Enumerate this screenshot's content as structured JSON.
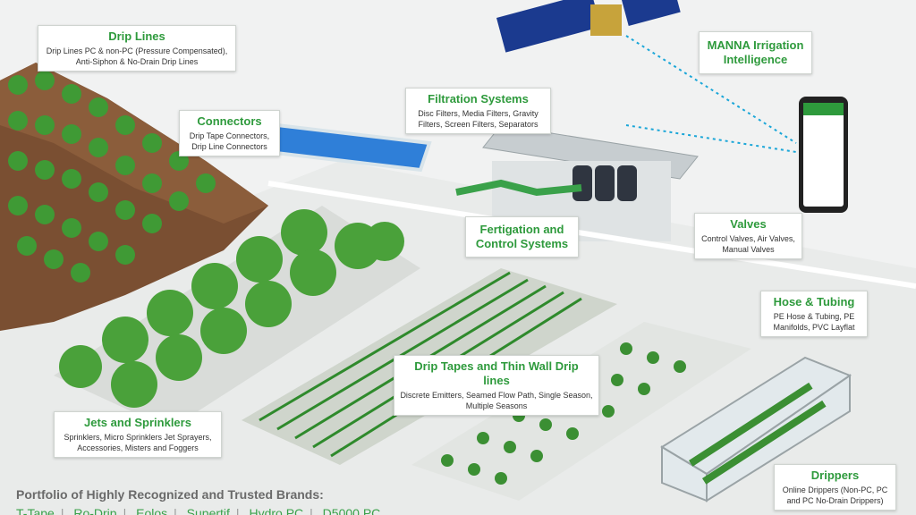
{
  "labels": {
    "drip_lines": {
      "title": "Drip Lines",
      "desc": "Drip Lines PC & non-PC (Pressure Compensated), Anti-Siphon & No-Drain Drip Lines"
    },
    "connectors": {
      "title": "Connectors",
      "desc": "Drip Tape Connectors, Drip Line Connectors"
    },
    "filtration": {
      "title": "Filtration Systems",
      "desc": "Disc Filters, Media Filters, Gravity Filters, Screen Filters, Separators"
    },
    "manna": {
      "title": "MANNA Irrigation Intelligence"
    },
    "fertigation": {
      "title": "Fertigation and Control Systems"
    },
    "valves": {
      "title": "Valves",
      "desc": "Control Valves, Air Valves, Manual Valves"
    },
    "hose": {
      "title": "Hose & Tubing",
      "desc": "PE Hose & Tubing, PE Manifolds, PVC Layflat"
    },
    "drip_tapes": {
      "title": "Drip Tapes and Thin Wall Drip lines",
      "desc": "Discrete Emitters, Seamed Flow Path, Single Season, Multiple Seasons"
    },
    "jets": {
      "title": "Jets and Sprinklers",
      "desc": "Sprinklers, Micro Sprinklers Jet Sprayers, Accessories, Misters and Foggers"
    },
    "drippers": {
      "title": "Drippers",
      "desc": "Online Drippers (Non-PC, PC and PC No-Drain Drippers)"
    }
  },
  "brands": {
    "title": "Portfolio of Highly Recognized and Trusted Brands:",
    "items": [
      "T-Tape",
      "Ro-Drip",
      "Eolos",
      "Supertif",
      "Hydro PC",
      "D5000 PC"
    ]
  },
  "colors": {
    "accent": "#2e9a3c",
    "tree": "#3f9a35",
    "soil": "#7a4f32",
    "wire": "#1aa6d8"
  }
}
